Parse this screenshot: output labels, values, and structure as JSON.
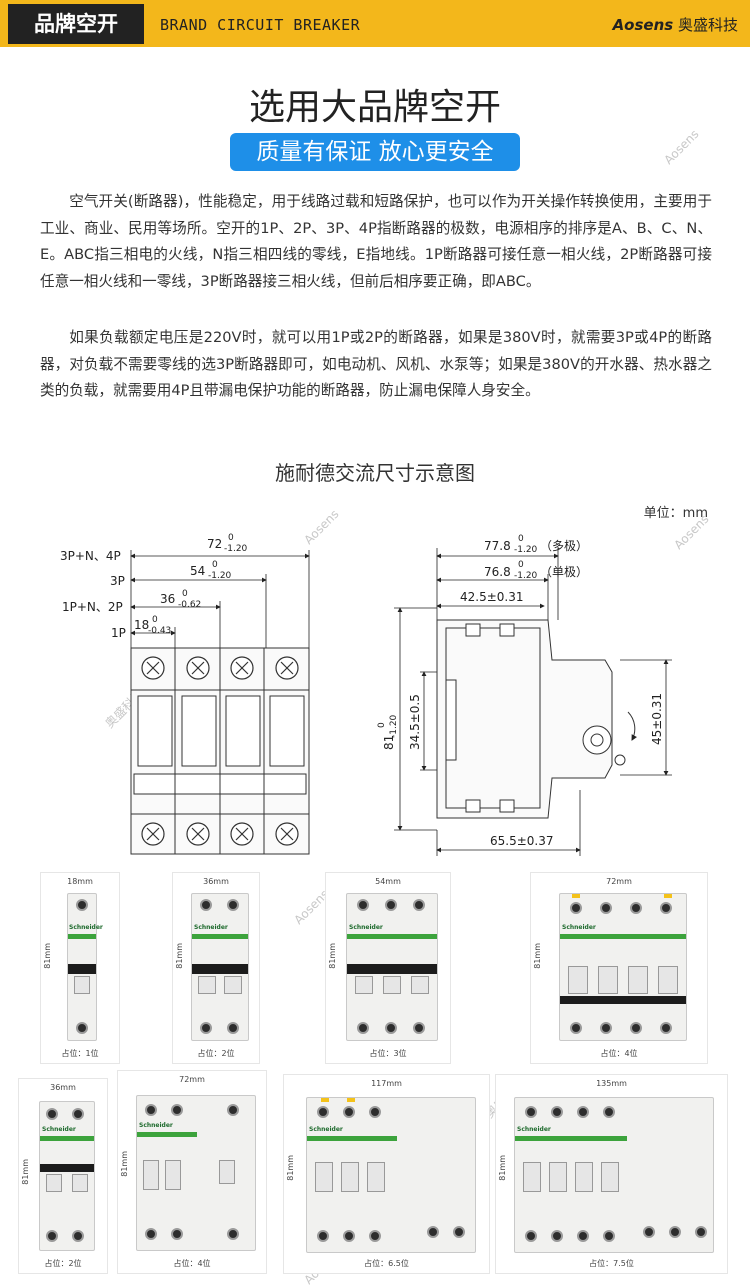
{
  "header": {
    "tag": "品牌空开",
    "subtitle": "BRAND CIRCUIT BREAKER",
    "brand_en": "Aosens",
    "brand_cn": "奥盛科技"
  },
  "title": "选用大品牌空开",
  "pill": "质量有保证 放心更安全",
  "paragraphs": [
    "空气开关(断路器)，性能稳定，用于线路过载和短路保护，也可以作为开关操作转换使用，主要用于工业、商业、民用等场所。空开的1P、2P、3P、4P指断路器的极数，电源相序的排序是A、B、C、N、E。ABC指三相电的火线，N指三相四线的零线，E指地线。1P断路器可接任意一相火线，2P断路器可接任意一相火线和一零线，3P断路器接三相火线，但前后相序要正确，即ABC。",
    "如果负载额定电压是220V时，就可以用1P或2P的断路器，如果是380V时，就需要3P或4P的断路器，对负载不需要零线的选3P断路器即可，如电动机、风机、水泵等；如果是380V的开水器、热水器之类的负载，就需要用4P且带漏电保护功能的断路器，防止漏电保障人身安全。"
  ],
  "section_title": "施耐德交流尺寸示意图",
  "unit": "单位：mm",
  "front_dims": {
    "row_labels": [
      "3P+N、4P",
      "3P",
      "1P+N、2P",
      "1P"
    ],
    "widths": [
      {
        "main": "72",
        "sup": "0",
        "sub": "-1.20"
      },
      {
        "main": "54",
        "sup": "0",
        "sub": "-1.20"
      },
      {
        "main": "36",
        "sup": "0",
        "sub": "-0.62"
      },
      {
        "main": "18",
        "sup": "0",
        "sub": "-0.43"
      }
    ]
  },
  "side_dims": {
    "depth_multi": {
      "main": "77.8",
      "sup": "0",
      "sub": "-1.20",
      "note": "（多极）"
    },
    "depth_single": {
      "main": "76.8",
      "sup": "0",
      "sub": "-1.20",
      "note": "（单极）"
    },
    "rail": "42.5±0.31",
    "height": {
      "main": "81",
      "sup": "0",
      "sub": "-1.20"
    },
    "inner": "34.5±0.5",
    "right": "45±0.31",
    "bottom": "65.5±0.37"
  },
  "watermark": "Aosens",
  "watermark_cn": "奥盛科技",
  "photos_row1": [
    {
      "width": "18mm",
      "height": "81mm",
      "occupy": "占位：1位"
    },
    {
      "width": "36mm",
      "height": "81mm",
      "occupy": "占位：2位"
    },
    {
      "width": "54mm",
      "height": "81mm",
      "occupy": "占位：3位"
    },
    {
      "width": "72mm",
      "height": "81mm",
      "occupy": "占位：4位"
    }
  ],
  "photos_row2": [
    {
      "width": "36mm",
      "height": "81mm",
      "occupy": "占位：2位"
    },
    {
      "width": "72mm",
      "height": "81mm",
      "occupy": "占位：4位"
    },
    {
      "width": "117mm",
      "height": "81mm",
      "occupy": "占位：6.5位"
    },
    {
      "width": "135mm",
      "height": "81mm",
      "occupy": "占位：7.5位"
    }
  ],
  "product_brand": "Schneider",
  "colors": {
    "accent_yellow": "#f3b71b",
    "pill_blue": "#1e8fe8",
    "schneider_green": "#3ca33c"
  }
}
